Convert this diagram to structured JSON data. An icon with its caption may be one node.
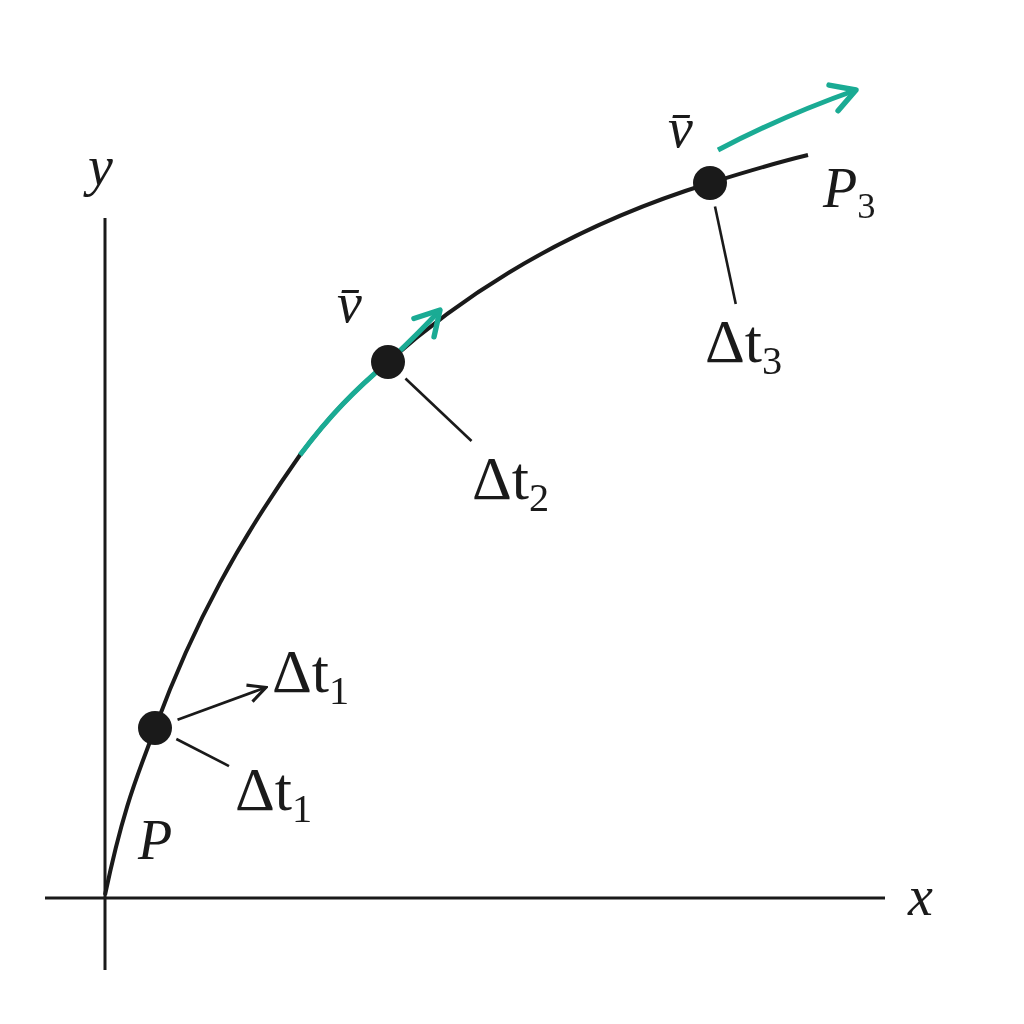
{
  "diagram": {
    "nodes": [
      {
        "text": [],
        "shape": "circle"
      },
      {
        "text": [],
        "shape": "circle"
      },
      {
        "text": [],
        "shape": "circle"
      },
      {
        "text": [
          "Δt$_{1}$"
        ]
      },
      {
        "text": [
          "Δt$_{1}$"
        ]
      },
      {
        "text": [
          "Δt$_{2}$"
        ]
      },
      {
        "text": [
          "Δt$_{3}$"
        ]
      }
    ],
    "edges": [
      {
        "from": 0,
        "to": 3,
        "arrow": "to"
      },
      {
        "from": 4,
        "to": 0,
        "arrow": "none"
      },
      {
        "from": 5,
        "to": 1,
        "arrow": "none"
      },
      {
        "from": 6,
        "to": 2,
        "arrow": "none"
      }
    ],
    "labels": [
      "v̄",
      "y",
      "P$_{3}$",
      "v̄",
      "P",
      "x"
    ]
  }
}
